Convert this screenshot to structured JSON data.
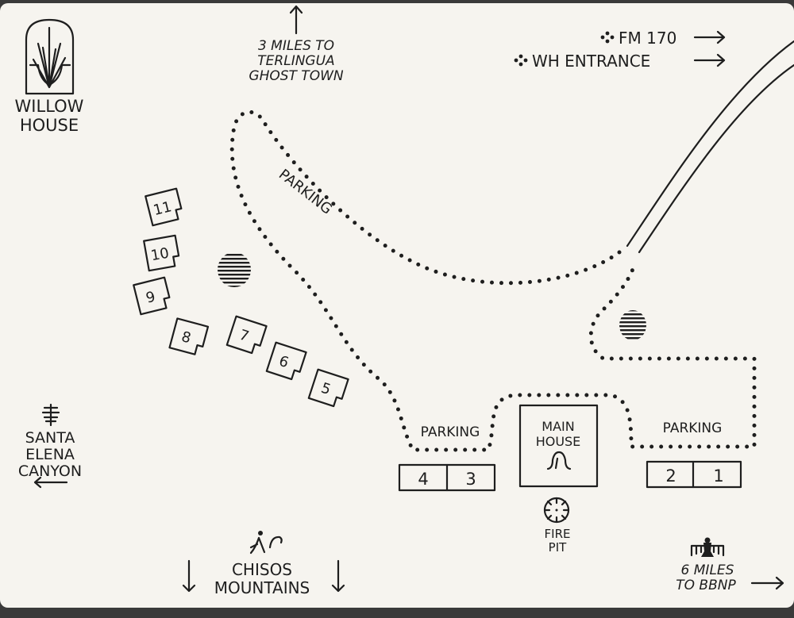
{
  "brand": {
    "name_line1": "WILLOW",
    "name_line2": "HOUSE"
  },
  "directions": {
    "terlingua": [
      "3 MILES TO",
      "TERLINGUA",
      "GHOST TOWN"
    ],
    "fm170": "FM 170",
    "wh_entrance": "WH ENTRANCE",
    "santa_elena": [
      "SANTA",
      "ELENA",
      "CANYON"
    ],
    "chisos": [
      "CHISOS",
      "MOUNTAINS"
    ],
    "bbnp": [
      "6 MILES",
      "TO BBNP"
    ]
  },
  "areas": {
    "parking_north": "PARKING",
    "parking_west": "PARKING",
    "parking_east": "PARKING",
    "main_house": [
      "MAIN",
      "HOUSE"
    ],
    "fire_pit": [
      "FIRE",
      "PIT"
    ]
  },
  "units": [
    "11",
    "10",
    "9",
    "8",
    "7",
    "6",
    "5",
    "4",
    "3",
    "2",
    "1"
  ],
  "colors": {
    "paper": "#f6f4ef",
    "ink": "#1e1e1e",
    "frame": "#3a3a3a"
  }
}
